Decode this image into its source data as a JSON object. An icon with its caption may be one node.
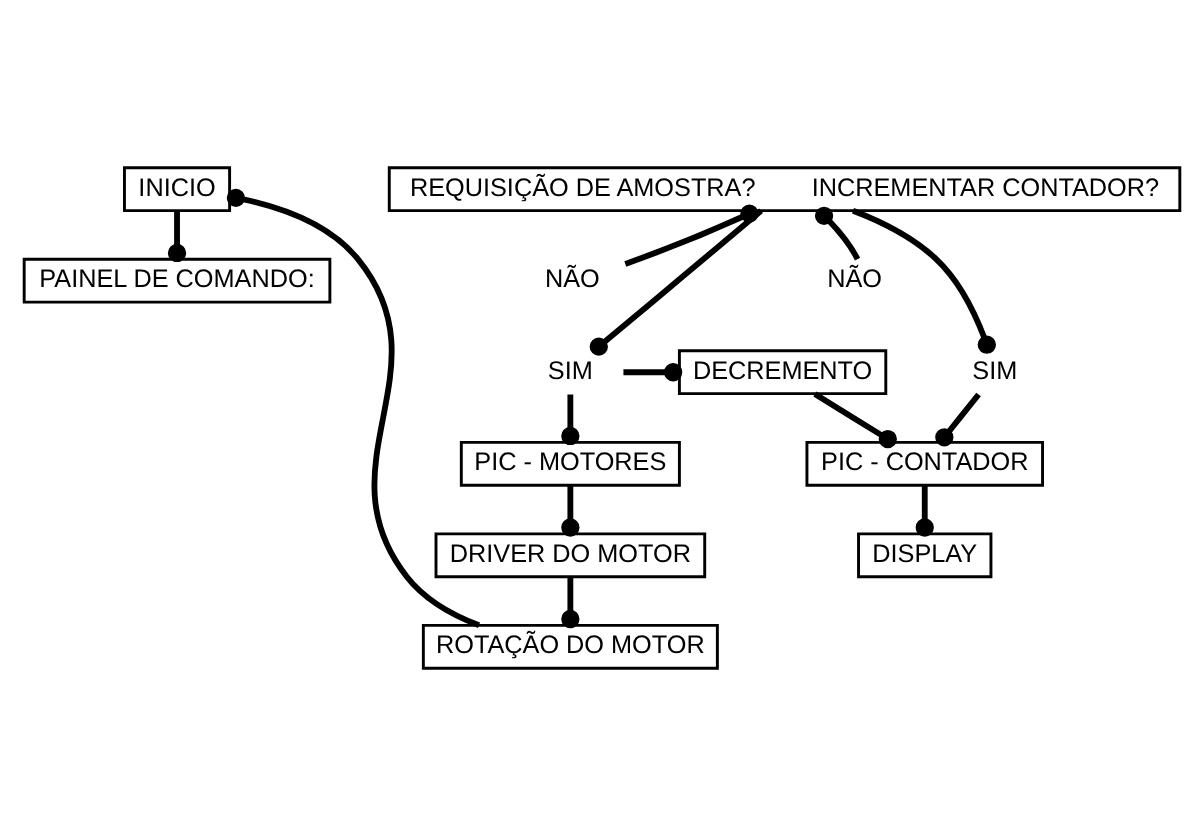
{
  "diagram": {
    "nodes": [
      {
        "text": [
          "INICIO"
        ]
      },
      {
        "text": [
          "PAINEL DE COMANDO:"
        ]
      },
      {
        "text": [
          "REQUISIÇÃO DE AMOSTRA?",
          "INCREMENTAR CONTADOR?"
        ]
      },
      {
        "text": [
          "NÃO"
        ]
      },
      {
        "text": [
          "NÃO"
        ]
      },
      {
        "text": [
          "SIM"
        ]
      },
      {
        "text": [
          "DECREMENTO"
        ]
      },
      {
        "text": [
          "SIM"
        ]
      },
      {
        "text": [
          "PIC - MOTORES"
        ]
      },
      {
        "text": [
          "PIC - CONTADOR"
        ]
      },
      {
        "text": [
          "DRIVER DO MOTOR"
        ]
      },
      {
        "text": [
          "DISPLAY"
        ]
      },
      {
        "text": [
          "ROTAÇÃO DO MOTOR"
        ]
      }
    ],
    "edges": [
      {
        "from": 0,
        "to": 1,
        "arrow": "other"
      },
      {
        "from": 3,
        "to": 2,
        "arrow": "other"
      },
      {
        "from": 2,
        "to": 5,
        "arrow": "other"
      },
      {
        "from": 5,
        "to": 6,
        "arrow": "other"
      },
      {
        "from": 5,
        "to": 8,
        "arrow": "other"
      },
      {
        "from": 6,
        "to": 9,
        "arrow": "other"
      },
      {
        "from": 4,
        "to": 2,
        "arrow": "other"
      },
      {
        "from": 2,
        "to": 7,
        "arrow": "other"
      },
      {
        "from": 7,
        "to": 9,
        "arrow": "other"
      },
      {
        "from": 8,
        "to": 10,
        "arrow": "other"
      },
      {
        "from": 10,
        "to": 12,
        "arrow": "other"
      },
      {
        "from": 9,
        "to": 11,
        "arrow": "other"
      },
      {
        "from": 12,
        "to": 0,
        "arrow": "other"
      }
    ]
  }
}
